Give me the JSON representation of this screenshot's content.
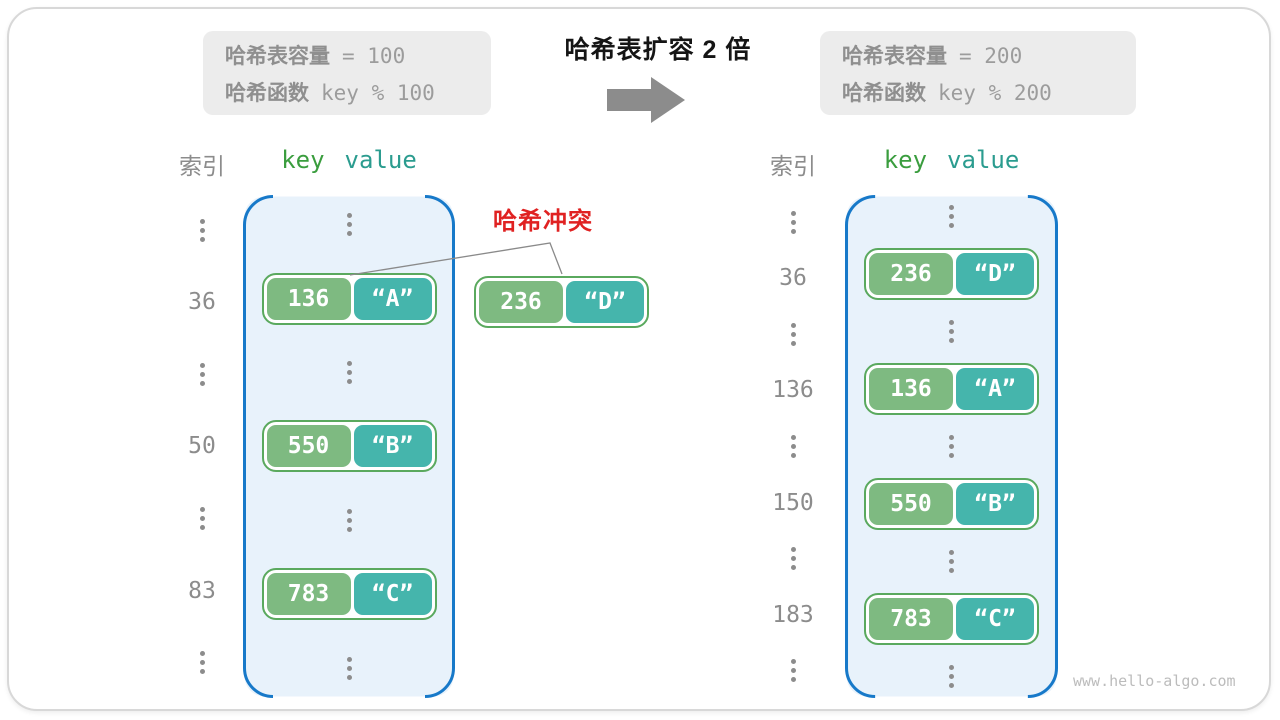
{
  "panel_left": {
    "line1_label": "哈希表容量",
    "line1_value": "= 100",
    "line2_label": "哈希函数",
    "line2_value": "key % 100"
  },
  "panel_right": {
    "line1_label": "哈希表容量",
    "line1_value": "= 200",
    "line2_label": "哈希函数",
    "line2_value": "key % 200"
  },
  "transition": {
    "title": "哈希表扩容 2 倍",
    "arrow": "right-arrow"
  },
  "collision": {
    "label": "哈希冲突"
  },
  "floating_entry": {
    "key": "236",
    "value": "“D”"
  },
  "left_table": {
    "index_header": "索引",
    "key_header": "key",
    "value_header": "value",
    "rows": [
      {
        "type": "dots"
      },
      {
        "type": "entry",
        "index": "36",
        "key": "136",
        "value": "“A”"
      },
      {
        "type": "dots"
      },
      {
        "type": "entry",
        "index": "50",
        "key": "550",
        "value": "“B”"
      },
      {
        "type": "dots"
      },
      {
        "type": "entry",
        "index": "83",
        "key": "783",
        "value": "“C”"
      },
      {
        "type": "dots"
      }
    ]
  },
  "right_table": {
    "index_header": "索引",
    "key_header": "key",
    "value_header": "value",
    "rows": [
      {
        "type": "dots"
      },
      {
        "type": "entry",
        "index": "36",
        "key": "236",
        "value": "“D”"
      },
      {
        "type": "dots"
      },
      {
        "type": "entry",
        "index": "136",
        "key": "136",
        "value": "“A”"
      },
      {
        "type": "dots"
      },
      {
        "type": "entry",
        "index": "150",
        "key": "550",
        "value": "“B”"
      },
      {
        "type": "dots"
      },
      {
        "type": "entry",
        "index": "183",
        "key": "783",
        "value": "“C”"
      },
      {
        "type": "dots"
      }
    ]
  },
  "watermark": "www.hello-algo.com",
  "colors": {
    "key_fill": "#7eba81",
    "value_fill": "#45b5ac",
    "pair_border": "#5aa95e",
    "bucket_fill": "#e8f2fb",
    "bucket_border": "#1779c9",
    "key_header_text": "#3a9d3e",
    "value_header_text": "#2b9c8f",
    "collision_red": "#e02222",
    "gray_text": "#8c8c8c",
    "panel_bg": "#ececec",
    "arrow_gray": "#8c8c8c"
  }
}
